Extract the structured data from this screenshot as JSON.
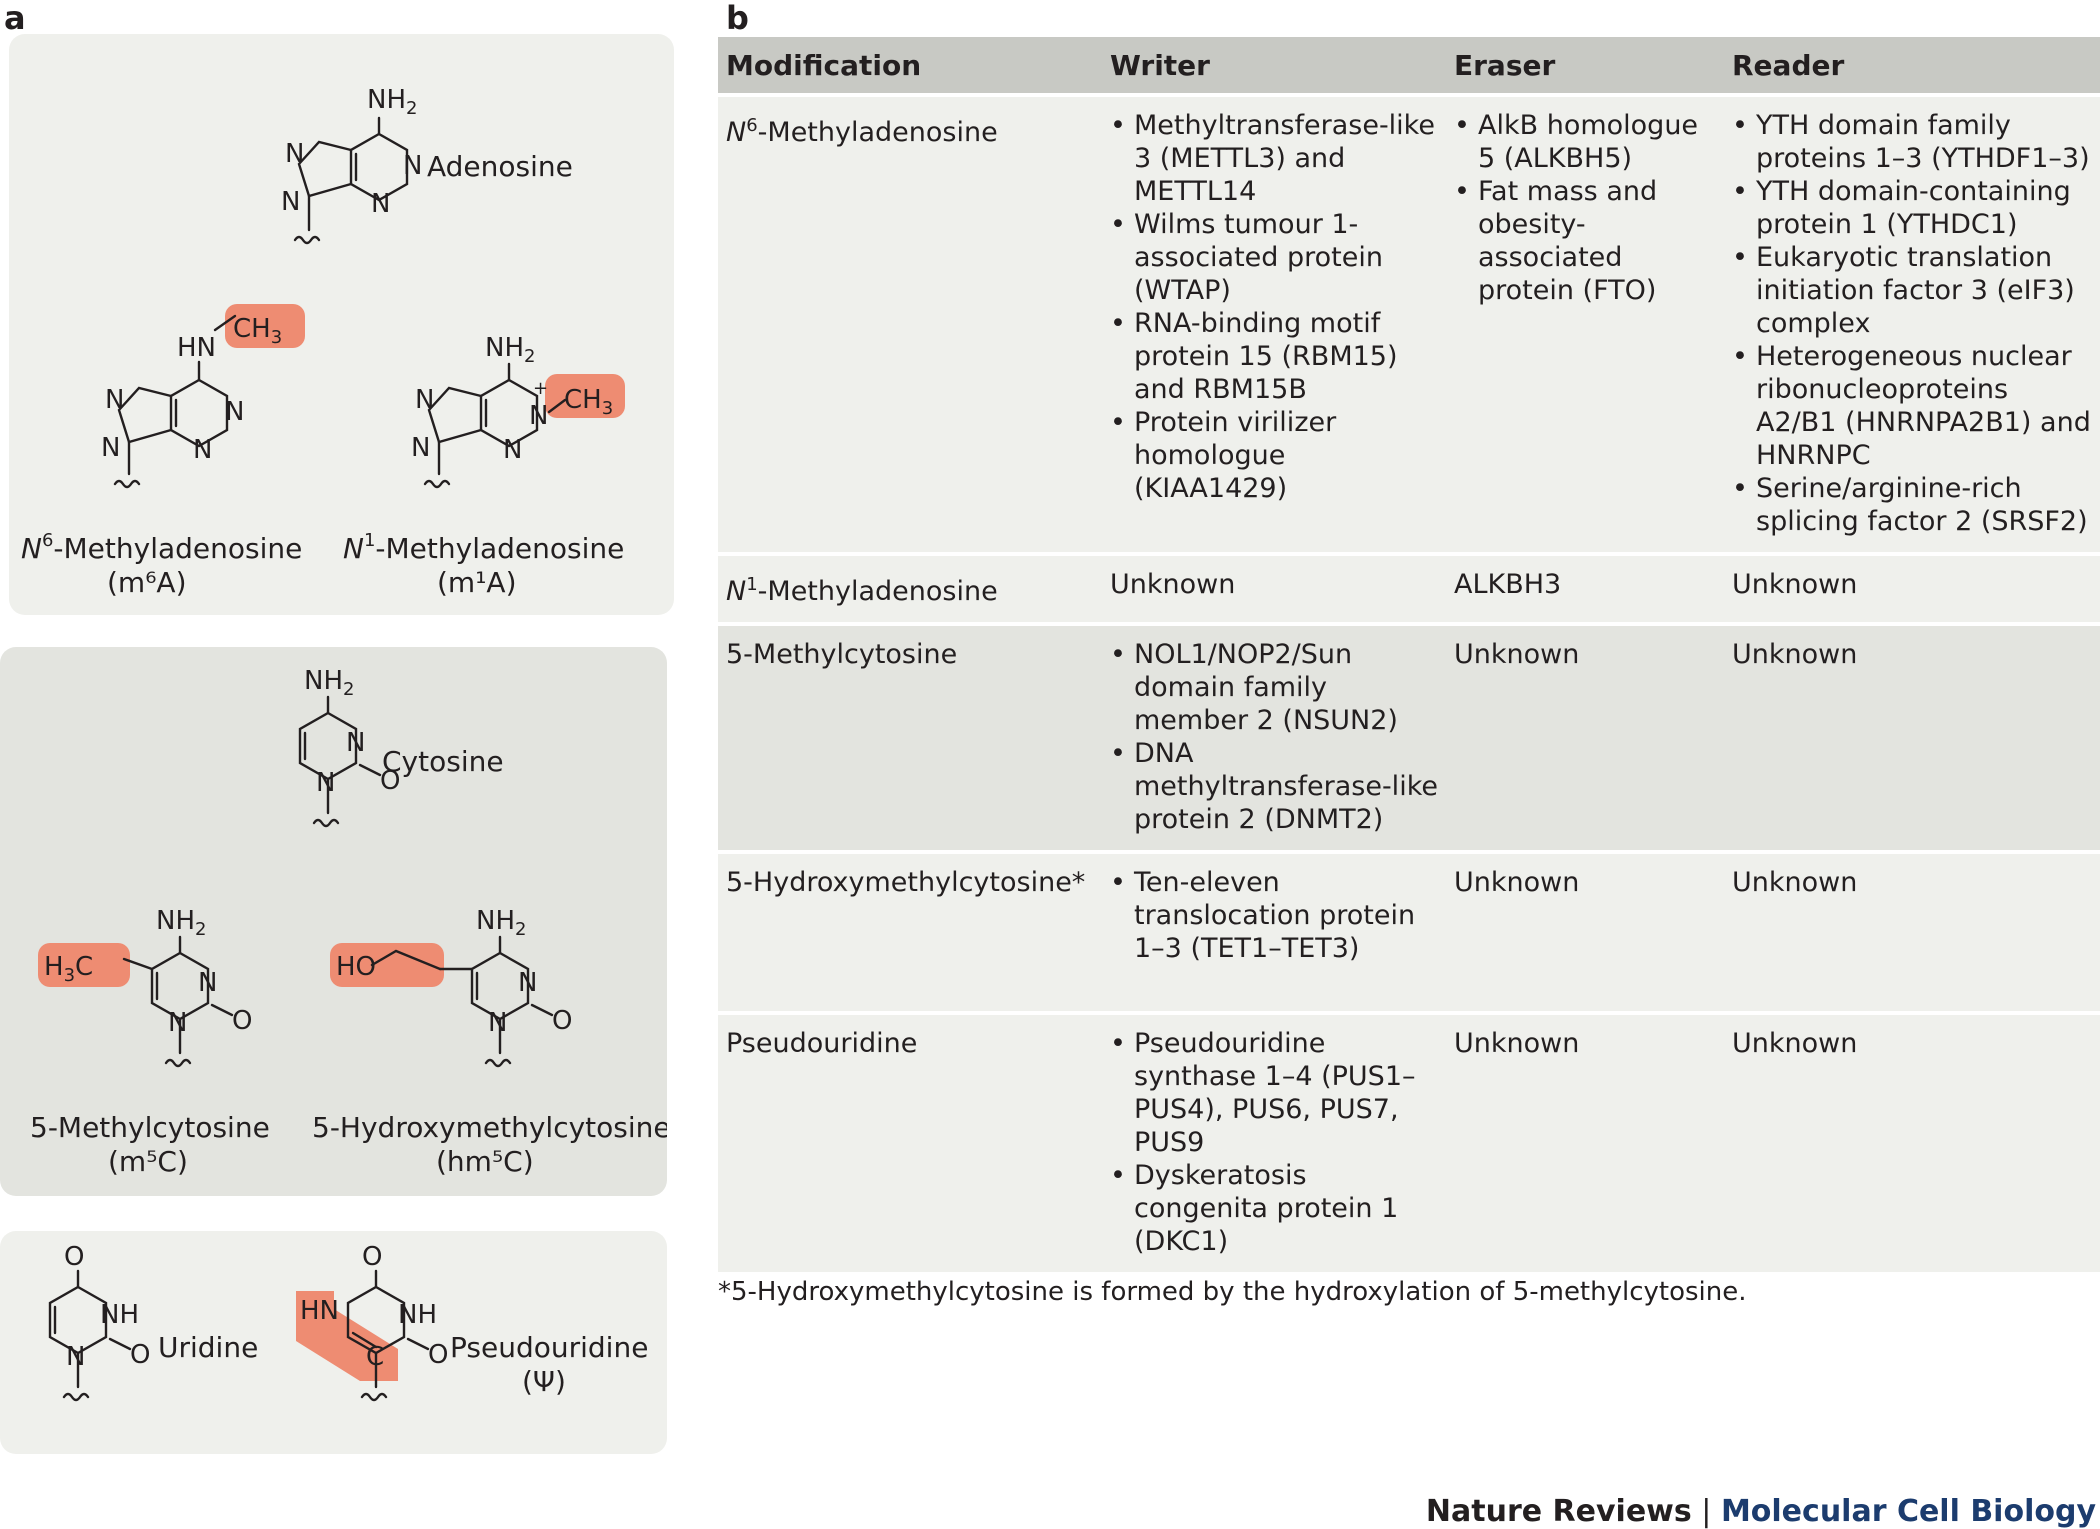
{
  "panels": {
    "a": "a",
    "b": "b"
  },
  "chemistry": {
    "adenosine": "Adenosine",
    "m6a_name_italic": "N",
    "m6a_name_sup": "6",
    "m6a_name_rest": "-Methyladenosine",
    "m6a_abbr": "(m⁶A)",
    "m1a_name_italic": "N",
    "m1a_name_sup": "1",
    "m1a_name_rest": "-Methyladenosine",
    "m1a_abbr": "(m¹A)",
    "cytosine": "Cytosine",
    "m5c_name": "5-Methylcytosine",
    "m5c_abbr": "(m⁵C)",
    "hm5c_name": "5-Hydroxymethylcytosine",
    "hm5c_abbr": "(hm⁵C)",
    "uridine": "Uridine",
    "pseudouridine": "Pseudouridine",
    "psi": "(Ψ)",
    "highlight_color": "#ee8c72"
  },
  "table": {
    "headers": [
      "Modification",
      "Writer",
      "Eraser",
      "Reader"
    ],
    "rows": [
      {
        "mod_italic": "N",
        "mod_sup": "6",
        "mod_rest": "-Methyladenosine",
        "writer": [
          "Methyltransferase-like 3 (METTL3) and METTL14",
          "Wilms tumour 1-associated protein (WTAP)",
          "RNA-binding motif protein 15 (RBM15) and RBM15B",
          "Protein virilizer homologue (KIAA1429)"
        ],
        "eraser": [
          "AlkB homologue 5 (ALKBH5)",
          "Fat mass and obesity-associated protein (FTO)"
        ],
        "reader": [
          "YTH domain family proteins 1–3 (YTHDF1–3)",
          "YTH domain-containing protein 1 (YTHDC1)",
          "Eukaryotic translation initiation factor 3 (eIF3) complex",
          "Heterogeneous nuclear ribonucleoproteins A2/B1 (HNRNPA2B1) and HNRNPC",
          "Serine/arginine-rich splicing factor 2 (SRSF2)"
        ]
      },
      {
        "mod_italic": "N",
        "mod_sup": "1",
        "mod_rest": "-Methyladenosine",
        "writer_text": "Unknown",
        "eraser_text": "ALKBH3",
        "reader_text": "Unknown"
      },
      {
        "mod": "5-Methylcytosine",
        "writer": [
          "NOL1/NOP2/Sun domain family member 2 (NSUN2)",
          "DNA methyltransferase-like protein 2 (DNMT2)"
        ],
        "eraser_text": "Unknown",
        "reader_text": "Unknown"
      },
      {
        "mod": "5-Hydroxymethylcytosine*",
        "writer": [
          "Ten-eleven translocation protein 1–3 (TET1–TET3)"
        ],
        "eraser_text": "Unknown",
        "reader_text": "Unknown"
      },
      {
        "mod": "Pseudouridine",
        "writer": [
          "Pseudouridine synthase 1–4 (PUS1–PUS4), PUS6, PUS7, PUS9",
          "Dyskeratosis congenita protein 1 (DKC1)"
        ],
        "eraser_text": "Unknown",
        "reader_text": "Unknown"
      }
    ],
    "footnote": "*5-Hydroxymethylcytosine is formed by the hydroxylation of 5-methylcytosine.",
    "shade_light": "#eff0ec",
    "shade_dark": "#e3e4df",
    "header_color": "#c8c9c4"
  },
  "branding": {
    "journal": "Nature Reviews",
    "separator": " | ",
    "section": "Molecular Cell Biology",
    "section_color": "#1c3c6e"
  }
}
